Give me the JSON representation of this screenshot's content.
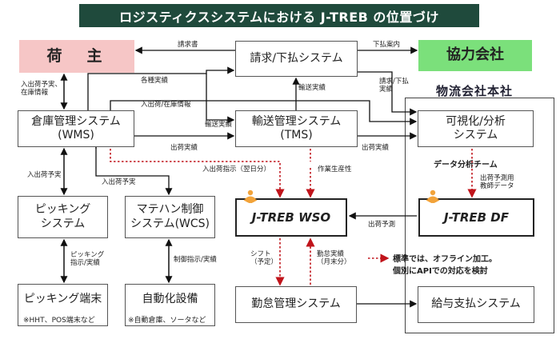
{
  "title": "ロジスティクスシステムにおける J-TREB の位置づけ",
  "hq_label": "物流会社本社",
  "boxes": {
    "shipper": "荷　主",
    "billing": "請求/下払システム",
    "partner": "協力会社",
    "wms": "倉庫管理システム\n(WMS)",
    "tms": "輸送管理システム\n(TMS)",
    "visual": "可視化/分析\nシステム",
    "picking": "ピッキング\nシステム",
    "wcs": "マテハン制御\nシステム(WCS)",
    "wso": "J-TREB WSO",
    "df": "J-TREB DF",
    "picking_terminal": "ピッキング端末",
    "automation": "自動化設備",
    "attendance": "勤怠管理システム",
    "payroll": "給与支払システム"
  },
  "sublabels": {
    "picking_terminal": "※HHT、POS端末など",
    "automation": "※自動倉庫、ソータなど"
  },
  "edge_labels": {
    "invoice": "請求書",
    "payment_notice": "下払案内",
    "shipper_wms": "入出荷予実、\n在庫情報",
    "various_results": "各種実績",
    "inout_stock": "入出荷/在庫情報",
    "transport_results_a": "輸送実績",
    "billing_visual": "請求/下払\n実績",
    "transport_results_b": "輸送実績",
    "ship_results_a": "出荷実績",
    "ship_results_b": "出荷実績",
    "inout_plan_a": "入出荷予実",
    "inout_plan_b": "入出荷予実",
    "ship_instruction": "入出荷指示（翌日分）",
    "productivity": "作業生産性",
    "forecast_teacher": "出荷予測用\n教師データ",
    "ship_forecast": "出荷予測",
    "picking_instr": "ピッキング\n指示/実績",
    "control_instr": "制御指示/実績",
    "shift": "シフト\n（予定）",
    "attendance_results": "勤怠実績\n（月末分）"
  },
  "notes": {
    "data_team": "データ分析チーム",
    "legend": "標準では、オフライン加工。\n個別にAPIでの対応を検討"
  },
  "colors": {
    "title_bg": "#1f4a3c",
    "shipper_bg": "#f6c6c6",
    "partner_bg": "#7be07b",
    "offline_arrow": "#c0141b",
    "icon_orange": "#f2a33a"
  }
}
